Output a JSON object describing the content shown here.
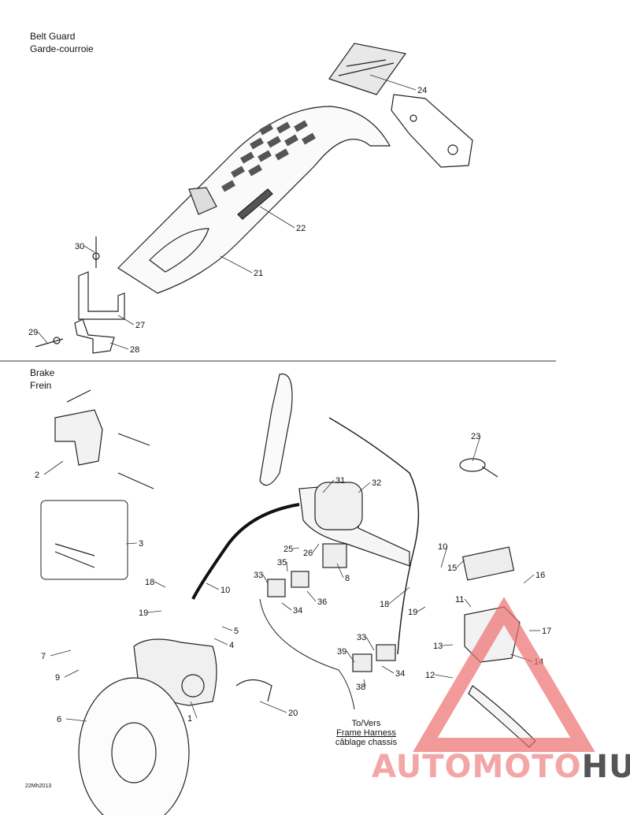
{
  "sections": {
    "belt_guard": {
      "title_en": "Belt Guard",
      "title_fr": "Garde-courroie"
    },
    "brake": {
      "title_en": "Brake",
      "title_fr": "Frein"
    }
  },
  "callouts": {
    "belt_guard": [
      "24",
      "22",
      "30",
      "21",
      "27",
      "29",
      "28"
    ],
    "brake": [
      "2",
      "3",
      "31",
      "32",
      "25",
      "26",
      "10",
      "35",
      "33",
      "8",
      "36",
      "34",
      "18",
      "19",
      "5",
      "4",
      "7",
      "9",
      "1",
      "6",
      "20",
      "23",
      "10",
      "15",
      "16",
      "11",
      "18",
      "19",
      "17",
      "13",
      "14",
      "33",
      "39",
      "34",
      "12",
      "38"
    ]
  },
  "connector_note": {
    "line1": "To/Vers",
    "line2": "Frame Harness",
    "line3": "câblage chassis"
  },
  "drawing_code": "22Mh2013",
  "watermark": {
    "part1": "AUTO",
    "part2": "MOTO",
    "part3": "HUB",
    "color_light": "#f4a6a6",
    "color_dark": "#555555",
    "triangle_color": "#ec6f6f"
  }
}
